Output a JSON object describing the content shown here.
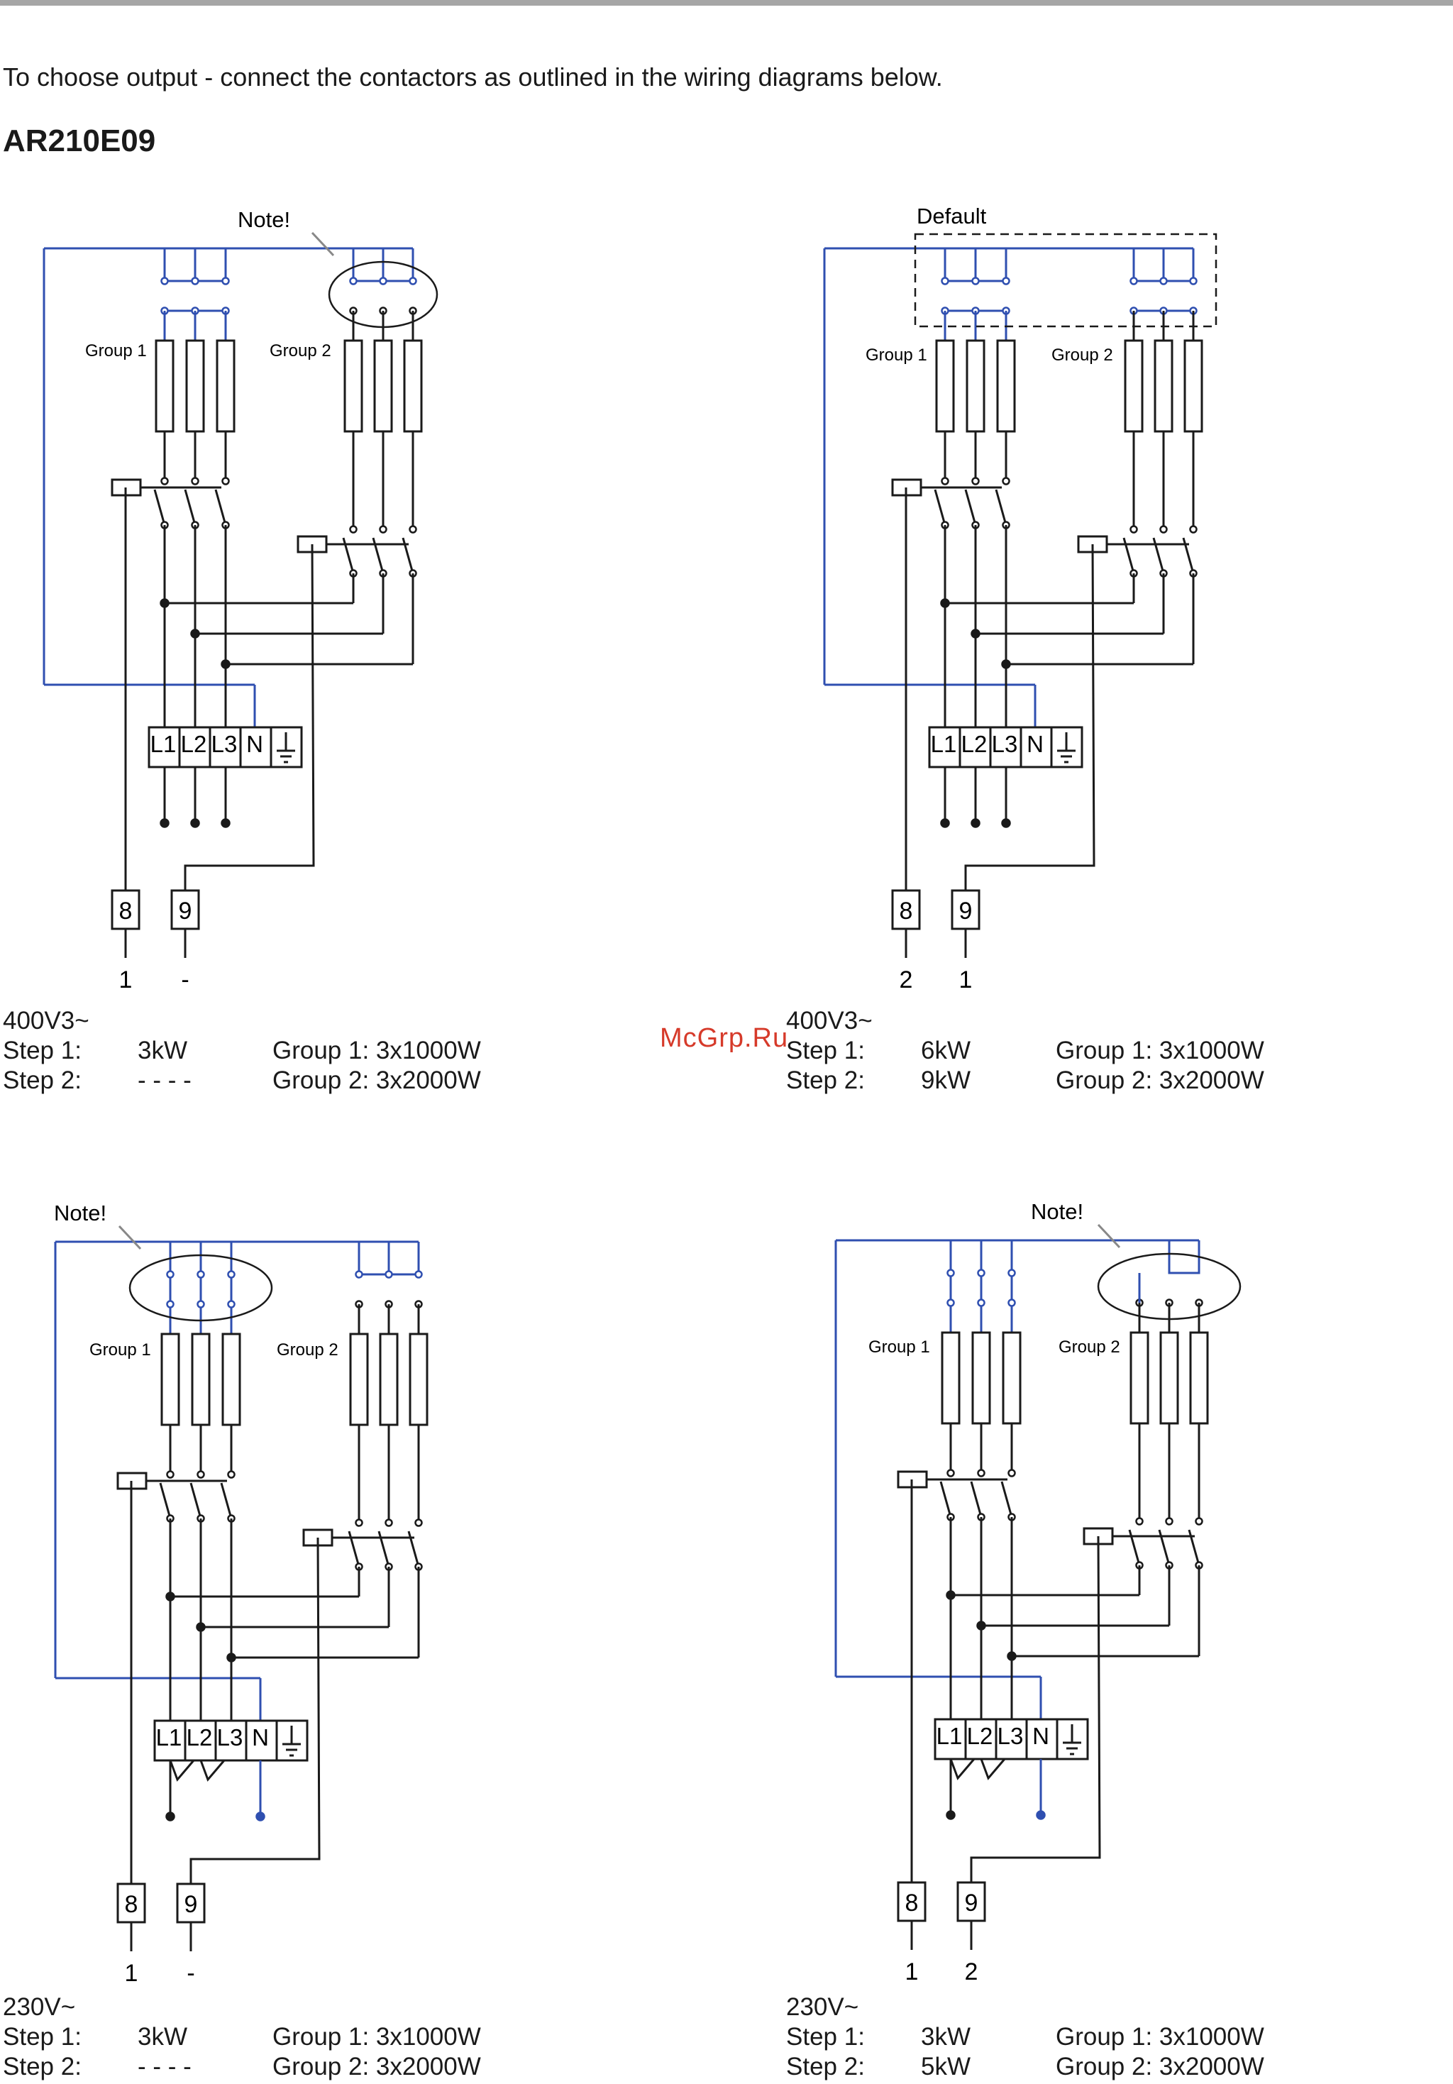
{
  "intro": "To choose output - connect the contactors as outlined in the wiring diagrams below.",
  "model": "AR210E09",
  "watermark": "McGrp.Ru",
  "colors": {
    "wire": "#1a1a1a",
    "neutral": "#2f4fb0",
    "rule": "#a6a6a6"
  },
  "diagrams": [
    {
      "note": "Note!",
      "group1": "Group 1",
      "group2": "Group 2",
      "terminals": [
        "L1",
        "L2",
        "L3",
        "N"
      ],
      "control": {
        "t8": "8",
        "t9": "9",
        "v8": "1",
        "v9": "-"
      },
      "spec": {
        "voltage": "400V3~",
        "step1_label": "Step 1:",
        "step1_value": "3kW",
        "step1_group": "Group 1: 3x1000W",
        "step2_label": "Step 2:",
        "step2_value": "- - - -",
        "step2_group": "Group 2: 3x2000W"
      }
    },
    {
      "note": "Default",
      "group1": "Group 1",
      "group2": "Group 2",
      "terminals": [
        "L1",
        "L2",
        "L3",
        "N"
      ],
      "control": {
        "t8": "8",
        "t9": "9",
        "v8": "2",
        "v9": "1"
      },
      "spec": {
        "voltage": "400V3~",
        "step1_label": "Step 1:",
        "step1_value": "6kW",
        "step1_group": "Group 1: 3x1000W",
        "step2_label": "Step 2:",
        "step2_value": "9kW",
        "step2_group": "Group 2: 3x2000W"
      }
    },
    {
      "note": "Note!",
      "group1": "Group 1",
      "group2": "Group 2",
      "terminals": [
        "L1",
        "L2",
        "L3",
        "N"
      ],
      "control": {
        "t8": "8",
        "t9": "9",
        "v8": "1",
        "v9": "-"
      },
      "spec": {
        "voltage": "230V~",
        "step1_label": "Step 1:",
        "step1_value": "3kW",
        "step1_group": "Group 1: 3x1000W",
        "step2_label": "Step 2:",
        "step2_value": "- - - -",
        "step2_group": "Group 2: 3x2000W"
      }
    },
    {
      "note": "Note!",
      "group1": "Group 1",
      "group2": "Group 2",
      "terminals": [
        "L1",
        "L2",
        "L3",
        "N"
      ],
      "control": {
        "t8": "8",
        "t9": "9",
        "v8": "1",
        "v9": "2"
      },
      "spec": {
        "voltage": "230V~",
        "step1_label": "Step 1:",
        "step1_value": "3kW",
        "step1_group": "Group 1: 3x1000W",
        "step2_label": "Step 2:",
        "step2_value": "5kW",
        "step2_group": "Group 2: 3x2000W"
      }
    }
  ]
}
